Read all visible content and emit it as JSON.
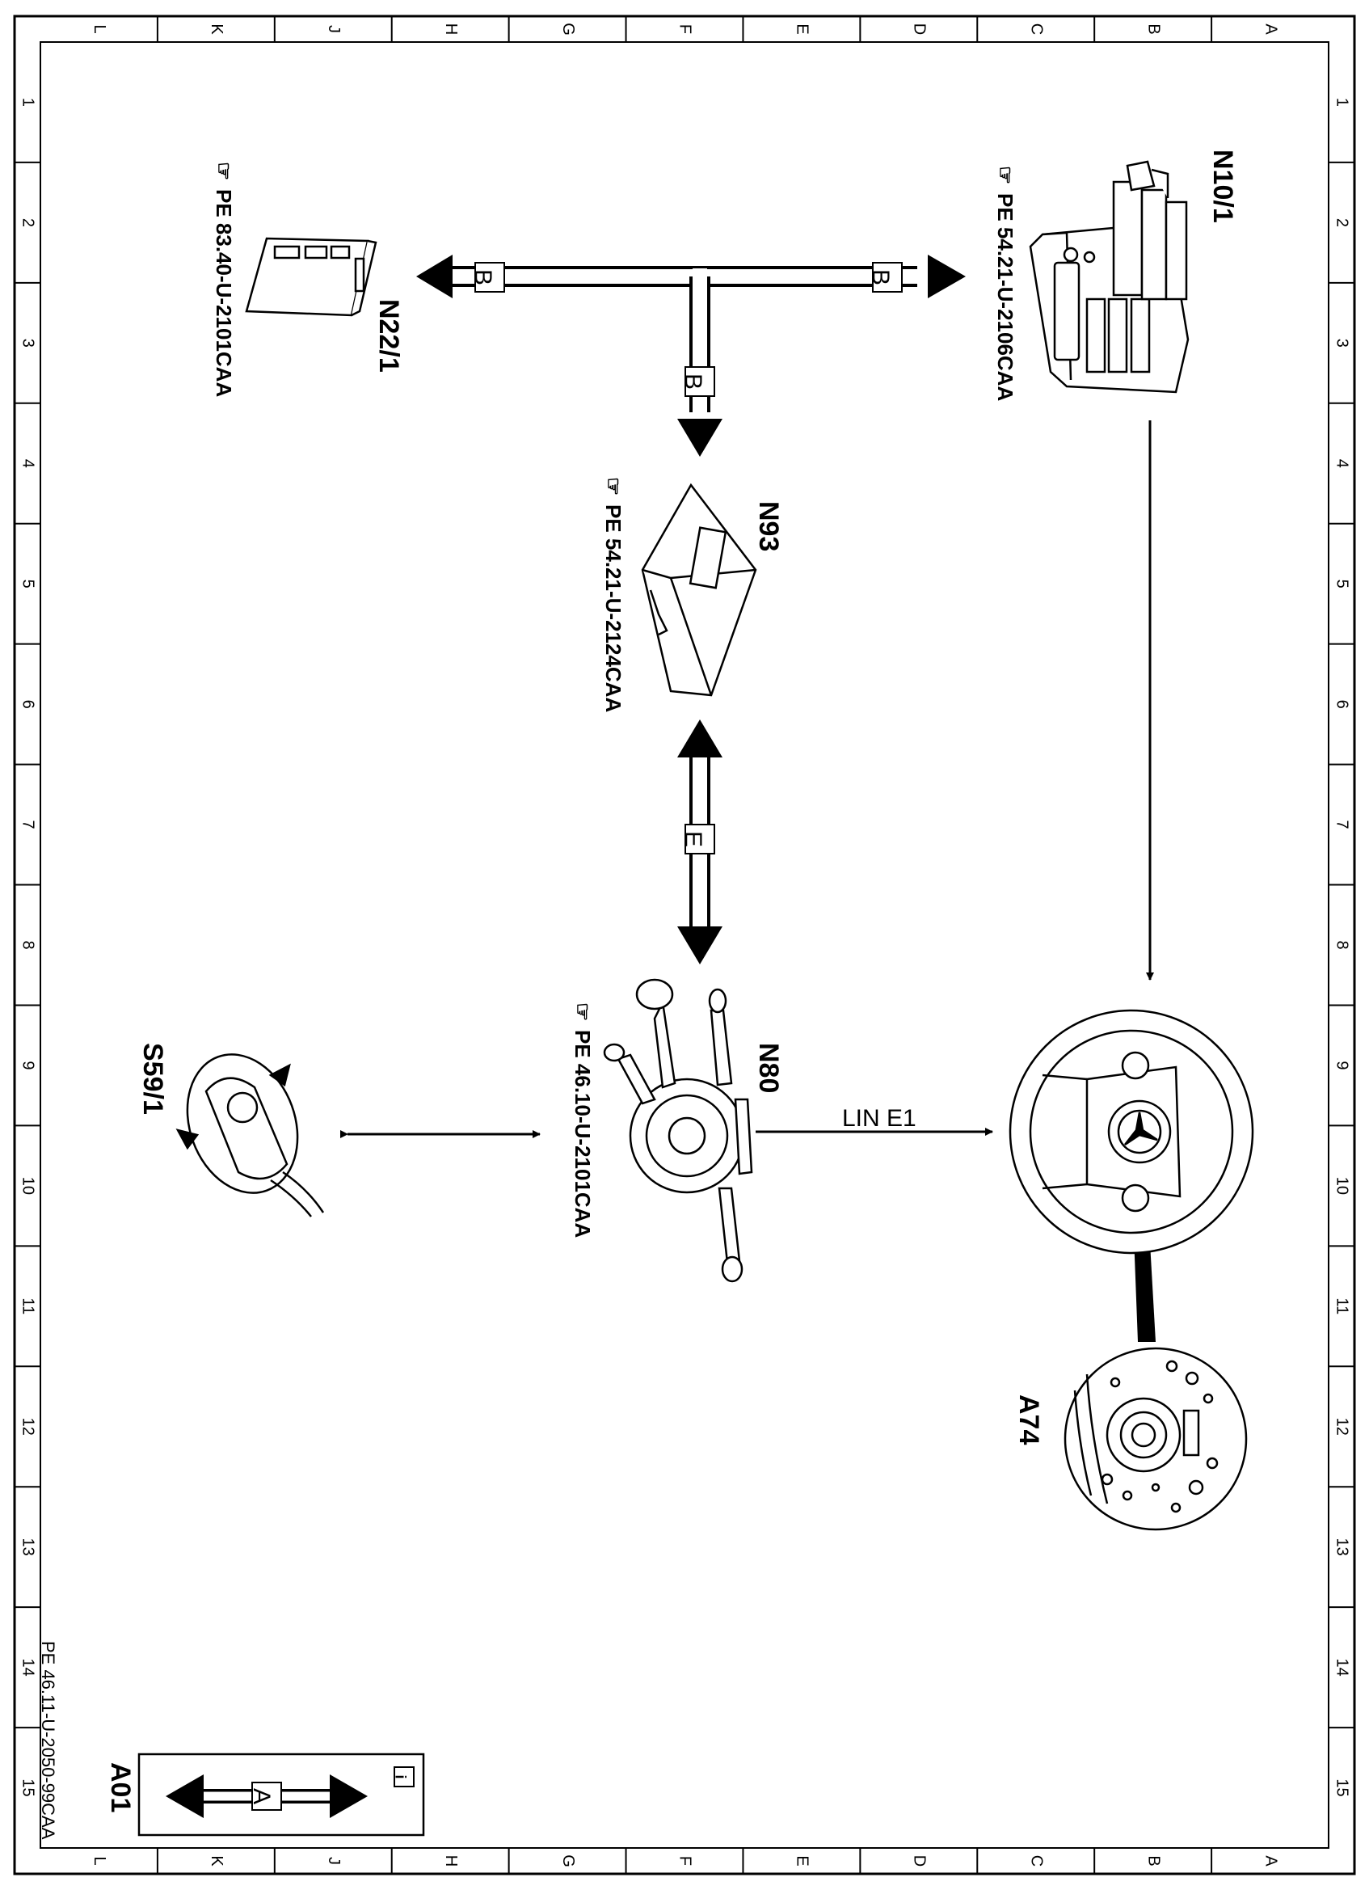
{
  "sheet": {
    "doc_id": "PE 46.11-U-2050-99CAA",
    "column_letters": [
      "L",
      "K",
      "J",
      "H",
      "G",
      "F",
      "E",
      "D",
      "C",
      "B",
      "A"
    ],
    "row_numbers": [
      "1",
      "2",
      "3",
      "4",
      "5",
      "6",
      "7",
      "8",
      "9",
      "10",
      "11",
      "12",
      "13",
      "14",
      "15"
    ]
  },
  "components": {
    "n10_1": {
      "label": "N10/1",
      "ref": "PE 54.21-U-2106CAA"
    },
    "n22_1": {
      "label": "N22/1",
      "ref": "PE 83.40-U-2101CAA"
    },
    "n93": {
      "label": "N93",
      "ref": "PE 54.21-U-2124CAA"
    },
    "n80": {
      "label": "N80",
      "ref": "PE 46.10-U-2101CAA"
    },
    "s59_1": {
      "label": "S59/1"
    },
    "a74": {
      "label": "A74"
    }
  },
  "connections": {
    "bus_b": "B",
    "bus_e": "E",
    "bus_a": "A",
    "lin": "LIN  E1"
  },
  "legend": {
    "label": "A01",
    "info_icon": "i"
  }
}
